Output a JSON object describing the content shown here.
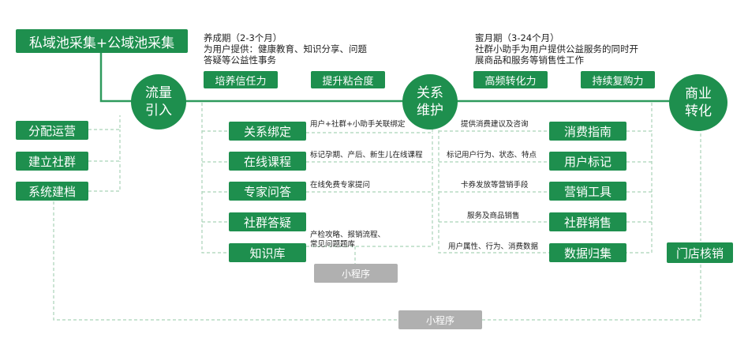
{
  "title": "私域池采集+公域池采集",
  "stages": {
    "traffic": [
      "流量",
      "引入"
    ],
    "relation": [
      "关系",
      "维护"
    ],
    "business": [
      "商业",
      "转化"
    ]
  },
  "left_ops": [
    "分配运营",
    "建立社群",
    "系统建档"
  ],
  "middle_left": [
    "关系绑定",
    "在线课程",
    "专家问答",
    "社群答疑",
    "知识库"
  ],
  "middle_right": [
    "消费指南",
    "用户标记",
    "营销工具",
    "社群销售",
    "数据归集"
  ],
  "store": "门店核销",
  "mini_program_inner": "小程序",
  "mini_program_outer": "小程序",
  "nurture": {
    "lines": [
      "养成期（2-3个月）",
      "为用户提供：健康教育、知识分享、问题",
      "答疑等公益性事务"
    ],
    "tags": [
      "培养信任力",
      "提升粘合度"
    ]
  },
  "honeymoon": {
    "lines": [
      "蜜月期（3-24个月）",
      "社群小助手为用户提供公益服务的同时开",
      "展商品和服务等销售性工作"
    ],
    "tags": [
      "高频转化力",
      "持续复购力"
    ]
  },
  "left_notes": [
    [
      "用户+社群+小助手关联绑定"
    ],
    [
      "标记孕期、产后、新生儿在线课程"
    ],
    [
      "在线免费专家提问"
    ],
    [
      "产检攻略、报销流程、",
      "常见问题题库"
    ]
  ],
  "right_notes": [
    [
      "提供消费建议及咨询"
    ],
    [
      "标记用户行为、状态、特点"
    ],
    [
      "卡券发放等营销手段"
    ],
    [
      "服务及商品销售"
    ],
    [
      "用户属性、行为、消费数据"
    ]
  ],
  "colors": {
    "accent": "#1e8f4e",
    "grey": "#b0b0b0",
    "line": "#6fb98c"
  }
}
